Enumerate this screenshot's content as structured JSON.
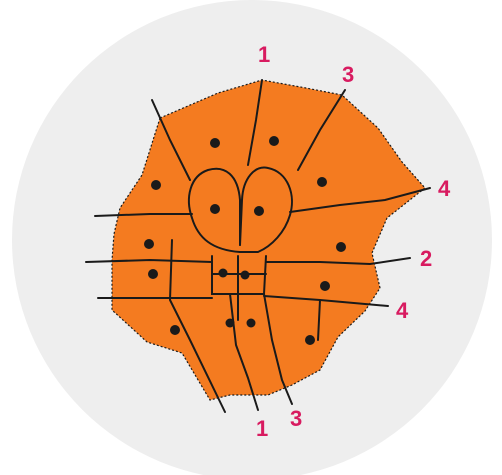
{
  "colors": {
    "background_disc": "#eeeeee",
    "cell_fill": "#f47b20",
    "line": "#1a1a1a",
    "nucleus": "#1a1a1a",
    "label": "#d81b60"
  },
  "labels": {
    "top_left": "1",
    "top_right": "3",
    "right_upper": "4",
    "right_middle": "2",
    "right_lower": "4",
    "bottom_left": "1",
    "bottom_right": "3"
  }
}
